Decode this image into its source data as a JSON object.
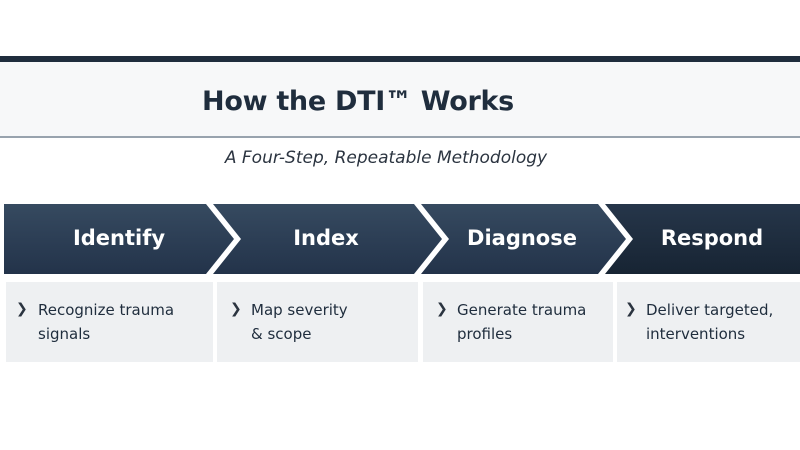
{
  "title": "How the DTI™ Works",
  "subtitle": "A Four-Step, Repeatable Methodology",
  "colors": {
    "navy_dark": "#1f2d3d",
    "navy_mid": "#2d3e51",
    "panel_gray": "#eef0f2",
    "text_dark": "#1f2d3d"
  },
  "steps": [
    {
      "label": "Identify",
      "bullet_icon": "chevron-right-icon",
      "description": "Recognize trauma\nsignals"
    },
    {
      "label": "Index",
      "bullet_icon": "chevron-right-icon",
      "description": "Map severity\n& scope"
    },
    {
      "label": "Diagnose",
      "bullet_icon": "chevron-right-icon",
      "description": "Generate trauma\nprofiles"
    },
    {
      "label": "Respond",
      "bullet_icon": "chevron-right-icon",
      "description": "Deliver targeted,\ninterventions"
    }
  ]
}
